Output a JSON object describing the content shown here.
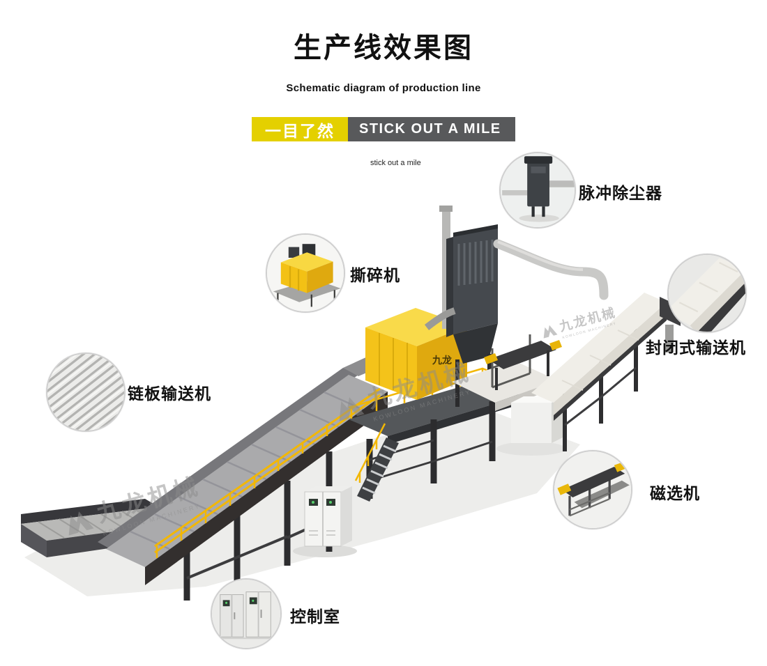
{
  "page": {
    "title": "生产线效果图",
    "subtitle": "Schematic diagram of production line",
    "tagline": "stick out a mile"
  },
  "banner": {
    "cn_label": "一目了然",
    "en_label": "STICK OUT A MILE",
    "cn_bg": "#e4d000",
    "en_bg": "#58595b"
  },
  "callouts": [
    {
      "id": "pulse-dust-collector",
      "label": "脉冲除尘器"
    },
    {
      "id": "shredder",
      "label": "撕碎机"
    },
    {
      "id": "enclosed-conveyor",
      "label": "封闭式输送机"
    },
    {
      "id": "chain-plate-conveyor",
      "label": "链板输送机"
    },
    {
      "id": "magnetic-separator",
      "label": "磁选机"
    },
    {
      "id": "control-room",
      "label": "控制室"
    }
  ],
  "machine": {
    "shredder_brand": "九龙"
  },
  "watermark": {
    "cn": "九龙机械",
    "en": "KOWLOON MACHINERY"
  },
  "colors": {
    "banner_yellow": "#e4d000",
    "banner_gray": "#58595b",
    "machine_yellow": "#f2c115",
    "railing_yellow": "#f2b705",
    "dark_steel": "#3a3d40",
    "cream": "#efede6"
  }
}
